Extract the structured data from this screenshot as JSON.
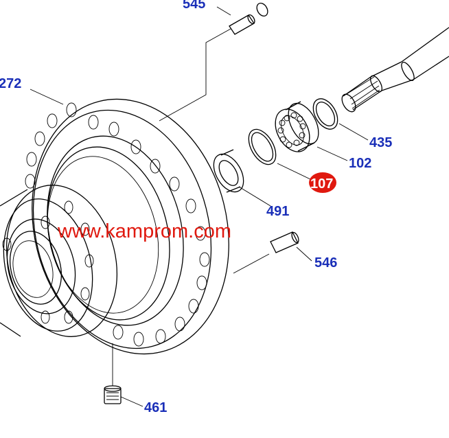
{
  "diagram": {
    "watermark": "www.kamprom.com",
    "colors": {
      "label": "#1a2fb8",
      "highlight": "#e0190f",
      "watermark": "#e0190f",
      "line": "#000000"
    },
    "labels": [
      {
        "id": "545",
        "text": "545",
        "highlighted": false
      },
      {
        "id": "272",
        "text": "272",
        "highlighted": false
      },
      {
        "id": "435",
        "text": "435",
        "highlighted": false
      },
      {
        "id": "102",
        "text": "102",
        "highlighted": false
      },
      {
        "id": "107",
        "text": "107",
        "highlighted": true
      },
      {
        "id": "491",
        "text": "491",
        "highlighted": false
      },
      {
        "id": "546",
        "text": "546",
        "highlighted": false
      },
      {
        "id": "461",
        "text": "461",
        "highlighted": false
      }
    ]
  }
}
